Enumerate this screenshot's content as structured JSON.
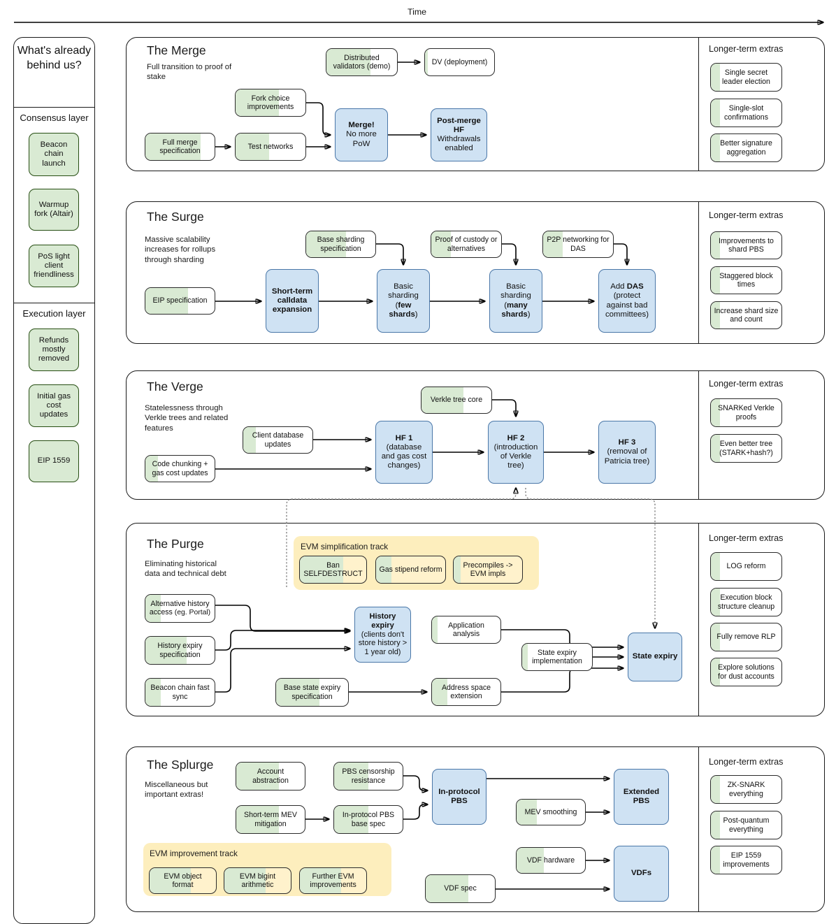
{
  "timeline": {
    "axis_label": "Time"
  },
  "sidebar": {
    "heading": "What's already behind us?",
    "groups": [
      {
        "label": "Consensus layer",
        "items": [
          "Beacon chain launch",
          "Warmup fork (Altair)",
          "PoS light client friendliness"
        ]
      },
      {
        "label": "Execution layer",
        "items": [
          "Refunds mostly removed",
          "Initial gas cost updates",
          "EIP 1559"
        ]
      }
    ]
  },
  "extras_heading": "Longer-term extras",
  "sections": [
    {
      "title": "The Merge",
      "subtitle": "Full transition to proof of stake",
      "nodes": [
        {
          "name": "distributed-validators",
          "text": "Distributed validators (demo)",
          "kind": "green"
        },
        {
          "name": "dv-deployment",
          "text": "DV (deployment)",
          "kind": "green"
        },
        {
          "name": "fork-choice-improvements",
          "text": "Fork choice improvements",
          "kind": "green"
        },
        {
          "name": "full-merge-specification",
          "text": "Full merge specification",
          "kind": "green"
        },
        {
          "name": "test-networks",
          "text": "Test networks",
          "kind": "green"
        },
        {
          "name": "merge",
          "text": "Merge! No more PoW",
          "kind": "blue"
        },
        {
          "name": "post-merge-hf",
          "text": "Post-merge HF Withdrawals enabled",
          "kind": "blue"
        }
      ],
      "extras": [
        "Single secret leader election",
        "Single-slot confirmations",
        "Better signature aggregation"
      ]
    },
    {
      "title": "The Surge",
      "subtitle": "Massive scalability increases for rollups through sharding",
      "nodes": [
        {
          "name": "base-sharding-specification",
          "text": "Base sharding specification",
          "kind": "green"
        },
        {
          "name": "proof-of-custody",
          "text": "Proof of custody or alternatives",
          "kind": "green"
        },
        {
          "name": "p2p-networking-for-das",
          "text": "P2P networking for DAS",
          "kind": "green"
        },
        {
          "name": "eip-specification",
          "text": "EIP specification",
          "kind": "green"
        },
        {
          "name": "short-term-calldata-expansion",
          "text": "Short-term calldata expansion",
          "kind": "blue"
        },
        {
          "name": "basic-sharding-few-shards",
          "text": "Basic sharding (few shards)",
          "kind": "blue"
        },
        {
          "name": "basic-sharding-many-shards",
          "text": "Basic sharding (many shards)",
          "kind": "blue"
        },
        {
          "name": "add-das",
          "text": "Add DAS (protect against bad committees)",
          "kind": "blue"
        }
      ],
      "extras": [
        "Improvements to shard PBS",
        "Staggered block times",
        "Increase shard size and count"
      ]
    },
    {
      "title": "The Verge",
      "subtitle": "Statelessness through Verkle trees and related features",
      "nodes": [
        {
          "name": "verkle-tree-core",
          "text": "Verkle tree core",
          "kind": "green"
        },
        {
          "name": "client-database-updates",
          "text": "Client database updates",
          "kind": "green"
        },
        {
          "name": "code-chunking-gas-cost-updates",
          "text": "Code chunking + gas cost updates",
          "kind": "green"
        },
        {
          "name": "hf-1",
          "text": "HF 1 (database and gas cost changes)",
          "kind": "blue"
        },
        {
          "name": "hf-2",
          "text": "HF 2 (introduction of Verkle tree)",
          "kind": "blue"
        },
        {
          "name": "hf-3",
          "text": "HF 3 (removal of Patricia tree)",
          "kind": "blue"
        }
      ],
      "extras": [
        "SNARKed Verkle proofs",
        "Even better tree (STARK+hash?)"
      ]
    },
    {
      "title": "The Purge",
      "subtitle": "Eliminating historical data and technical debt",
      "track_title": "EVM simplification track",
      "track_items": [
        "Ban SELFDESTRUCT",
        "Gas stipend reform",
        "Precompiles -> EVM impls"
      ],
      "nodes": [
        {
          "name": "alternative-history-access",
          "text": "Alternative history access (eg. Portal)",
          "kind": "green"
        },
        {
          "name": "history-expiry-specification",
          "text": "History expiry specification",
          "kind": "green"
        },
        {
          "name": "beacon-chain-fast-sync",
          "text": "Beacon chain fast sync",
          "kind": "green"
        },
        {
          "name": "base-state-expiry-specification",
          "text": "Base state expiry specification",
          "kind": "green"
        },
        {
          "name": "application-analysis",
          "text": "Application analysis",
          "kind": "green"
        },
        {
          "name": "state-expiry-implementation",
          "text": "State expiry implementation",
          "kind": "green"
        },
        {
          "name": "address-space-extension",
          "text": "Address space extension",
          "kind": "green"
        },
        {
          "name": "history-expiry",
          "text": "History expiry (clients don't store history > 1 year old)",
          "kind": "blue"
        },
        {
          "name": "state-expiry",
          "text": "State expiry",
          "kind": "blue"
        }
      ],
      "extras": [
        "LOG reform",
        "Execution block structure cleanup",
        "Fully remove RLP",
        "Explore solutions for dust accounts"
      ]
    },
    {
      "title": "The Splurge",
      "subtitle": "Miscellaneous but important extras!",
      "track_title": "EVM improvement track",
      "track_items": [
        "EVM object format",
        "EVM bigint arithmetic",
        "Further EVM improvements"
      ],
      "nodes": [
        {
          "name": "account-abstraction",
          "text": "Account abstraction",
          "kind": "green"
        },
        {
          "name": "pbs-censorship-resistance",
          "text": "PBS censorship resistance",
          "kind": "green"
        },
        {
          "name": "short-term-mev-mitigation",
          "text": "Short-term MEV mitigation",
          "kind": "green"
        },
        {
          "name": "in-protocol-pbs-base-spec",
          "text": "In-protocol PBS base spec",
          "kind": "green"
        },
        {
          "name": "mev-smoothing",
          "text": "MEV smoothing",
          "kind": "green"
        },
        {
          "name": "vdf-hardware",
          "text": "VDF hardware",
          "kind": "green"
        },
        {
          "name": "vdf-spec",
          "text": "VDF spec",
          "kind": "green"
        },
        {
          "name": "in-protocol-pbs",
          "text": "In-protocol PBS",
          "kind": "blue"
        },
        {
          "name": "extended-pbs",
          "text": "Extended PBS",
          "kind": "blue"
        },
        {
          "name": "vdfs",
          "text": "VDFs",
          "kind": "blue"
        }
      ],
      "extras": [
        "ZK-SNARK everything",
        "Post-quantum everything",
        "EIP 1559 improvements"
      ]
    }
  ],
  "colors": {
    "green_fill": "#d9ead3",
    "blue_fill": "#cfe2f3",
    "blue_border": "#4a77a8",
    "yellow_track": "#fdeebd",
    "outline": "#1a1a1a"
  }
}
